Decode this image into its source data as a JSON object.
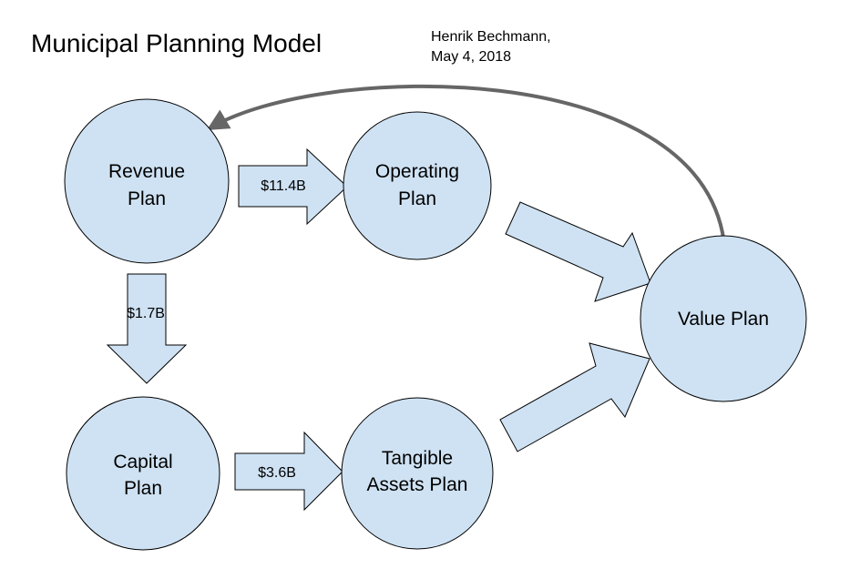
{
  "title": "Municipal Planning Model",
  "author": {
    "name": "Henrik Bechmann,",
    "date": "May 4, 2018"
  },
  "colors": {
    "node_fill": "#cfe2f3",
    "stroke": "#000000",
    "feedback_arrow": "#666666",
    "background": "#ffffff"
  },
  "nodes": {
    "revenue": {
      "line1": "Revenue",
      "line2": "Plan"
    },
    "operating": {
      "line1": "Operating",
      "line2": "Plan"
    },
    "capital": {
      "line1": "Capital",
      "line2": "Plan"
    },
    "tangible": {
      "line1": "Tangible",
      "line2": "Assets Plan"
    },
    "value": {
      "line1": "Value Plan"
    }
  },
  "flows": {
    "revenue_to_operating": "$11.4B",
    "revenue_to_capital": "$1.7B",
    "capital_to_tangible": "$3.6B"
  }
}
